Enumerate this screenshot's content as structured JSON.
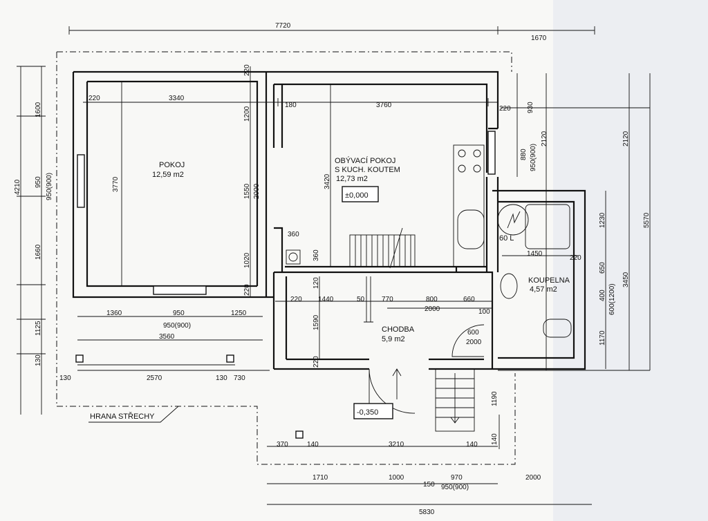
{
  "rooms": {
    "pokoj": {
      "name": "POKOJ",
      "area": "12,59  m2"
    },
    "obyvaci": {
      "line1": "OBÝVACÍ POKOJ",
      "line2": "S KUCH. KOUTEM",
      "area": "12,73  m2"
    },
    "chodba": {
      "name": "CHODBA",
      "area": "5,9  m2"
    },
    "koupelna": {
      "name": "KOUPELNA",
      "area": "4,57  m2"
    }
  },
  "levels": {
    "main": "±0,000",
    "entry": "-0,350"
  },
  "boiler": "60 L",
  "roof_edge": "HRANA STŘECHY",
  "dims": {
    "top_total": "7720",
    "top_right": "1670",
    "pokoj_w": "3340",
    "pokoj_left": "220",
    "wall_mid": "220",
    "obyv_left": "180",
    "obyv_w": "3760",
    "right_wall": "220",
    "pokoj_h": "3770",
    "obyv_h": "3420",
    "left_1600": "1600",
    "left_4210": "4210",
    "left_950": "950",
    "left_950_900": "950(900)",
    "left_1660": "1660",
    "left_1125": "1125",
    "left_130": "130",
    "mid_1200": "1200",
    "mid_1550": "1550",
    "mid_2000": "2000",
    "mid_1020": "1020",
    "mid_220b": "220",
    "step_360": "360",
    "step_360v": "360",
    "b_1360": "1360",
    "b_950": "950",
    "b_1250": "1250",
    "b_950_900": "950(900)",
    "b_3560": "3560",
    "t_130a": "130",
    "t_2570": "2570",
    "t_130b": "130",
    "t_730": "730",
    "ch_220": "220",
    "ch_1440": "1440",
    "ch_50": "50",
    "ch_770": "770",
    "ch_800": "800",
    "ch_660": "660",
    "ch_2000": "2000",
    "ch_100": "100",
    "ch_1590": "1590",
    "ch_120": "120",
    "ch_220b": "220",
    "door_600": "600",
    "door_2000": "2000",
    "r_930": "930",
    "r_880": "880",
    "r_950_900": "950(900)",
    "r_2120": "2120",
    "r_2120b": "2120",
    "r_5570": "5570",
    "r_1230": "1230",
    "r_650": "650",
    "r_400": "400",
    "r_600_1200": "600(1200)",
    "r_3450": "3450",
    "r_1170": "1170",
    "r_1190": "1190",
    "r_140v": "140",
    "k_1450": "1450",
    "k_220": "220",
    "p_370": "370",
    "p_140a": "140",
    "p_3210": "3210",
    "p_140b": "140",
    "p_1710": "1710",
    "p_1000": "1000",
    "p_150": "150",
    "p_970": "970",
    "p_950_900": "950(900)",
    "p_2000": "2000",
    "p_5830": "5830"
  }
}
